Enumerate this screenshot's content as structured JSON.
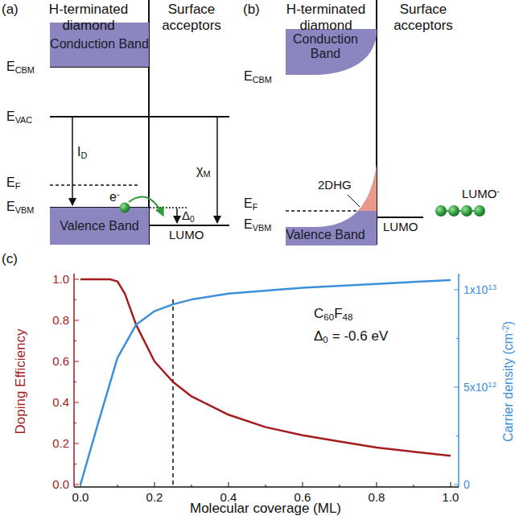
{
  "diagram": {
    "nodes": [
      {
        "text": [
          "Conduction Band"
        ]
      },
      {
        "text": [
          "Valence Band"
        ]
      },
      {
        "text": [
          "Conduction Band"
        ]
      },
      {
        "text": [
          "Valence Band"
        ]
      }
    ],
    "labels": [
      "(a)",
      "H-terminated diamond",
      "Surface acceptors",
      "E",
      "CBM",
      "E",
      "VAC",
      "I",
      "D",
      "E",
      "F",
      "E",
      "VBM",
      "e",
      "-",
      "χ",
      "M",
      "Δ",
      "0",
      "LUMO",
      "(b)",
      "H-terminated diamond",
      "Surface acceptors",
      "E",
      "CBM",
      "2DHG",
      "E",
      "F",
      "E",
      "VBM",
      "LUMO",
      "LUMO",
      "-",
      "(c)",
      "Doping Efficiency",
      "Carrier density (cm",
      "-2",
      ")",
      "C",
      "60",
      "F",
      "48",
      "Δ",
      "0",
      "= -0.6 eV",
      "Molecular coverage (ML)",
      "0.0",
      "0.2",
      "0.4",
      "0.6",
      "0.8",
      "1.0",
      "0.0",
      "0.2",
      "0.4",
      "0.6",
      "0.8",
      "1.0",
      "0",
      "5x10",
      "12",
      "1x10",
      "13"
    ]
  }
}
